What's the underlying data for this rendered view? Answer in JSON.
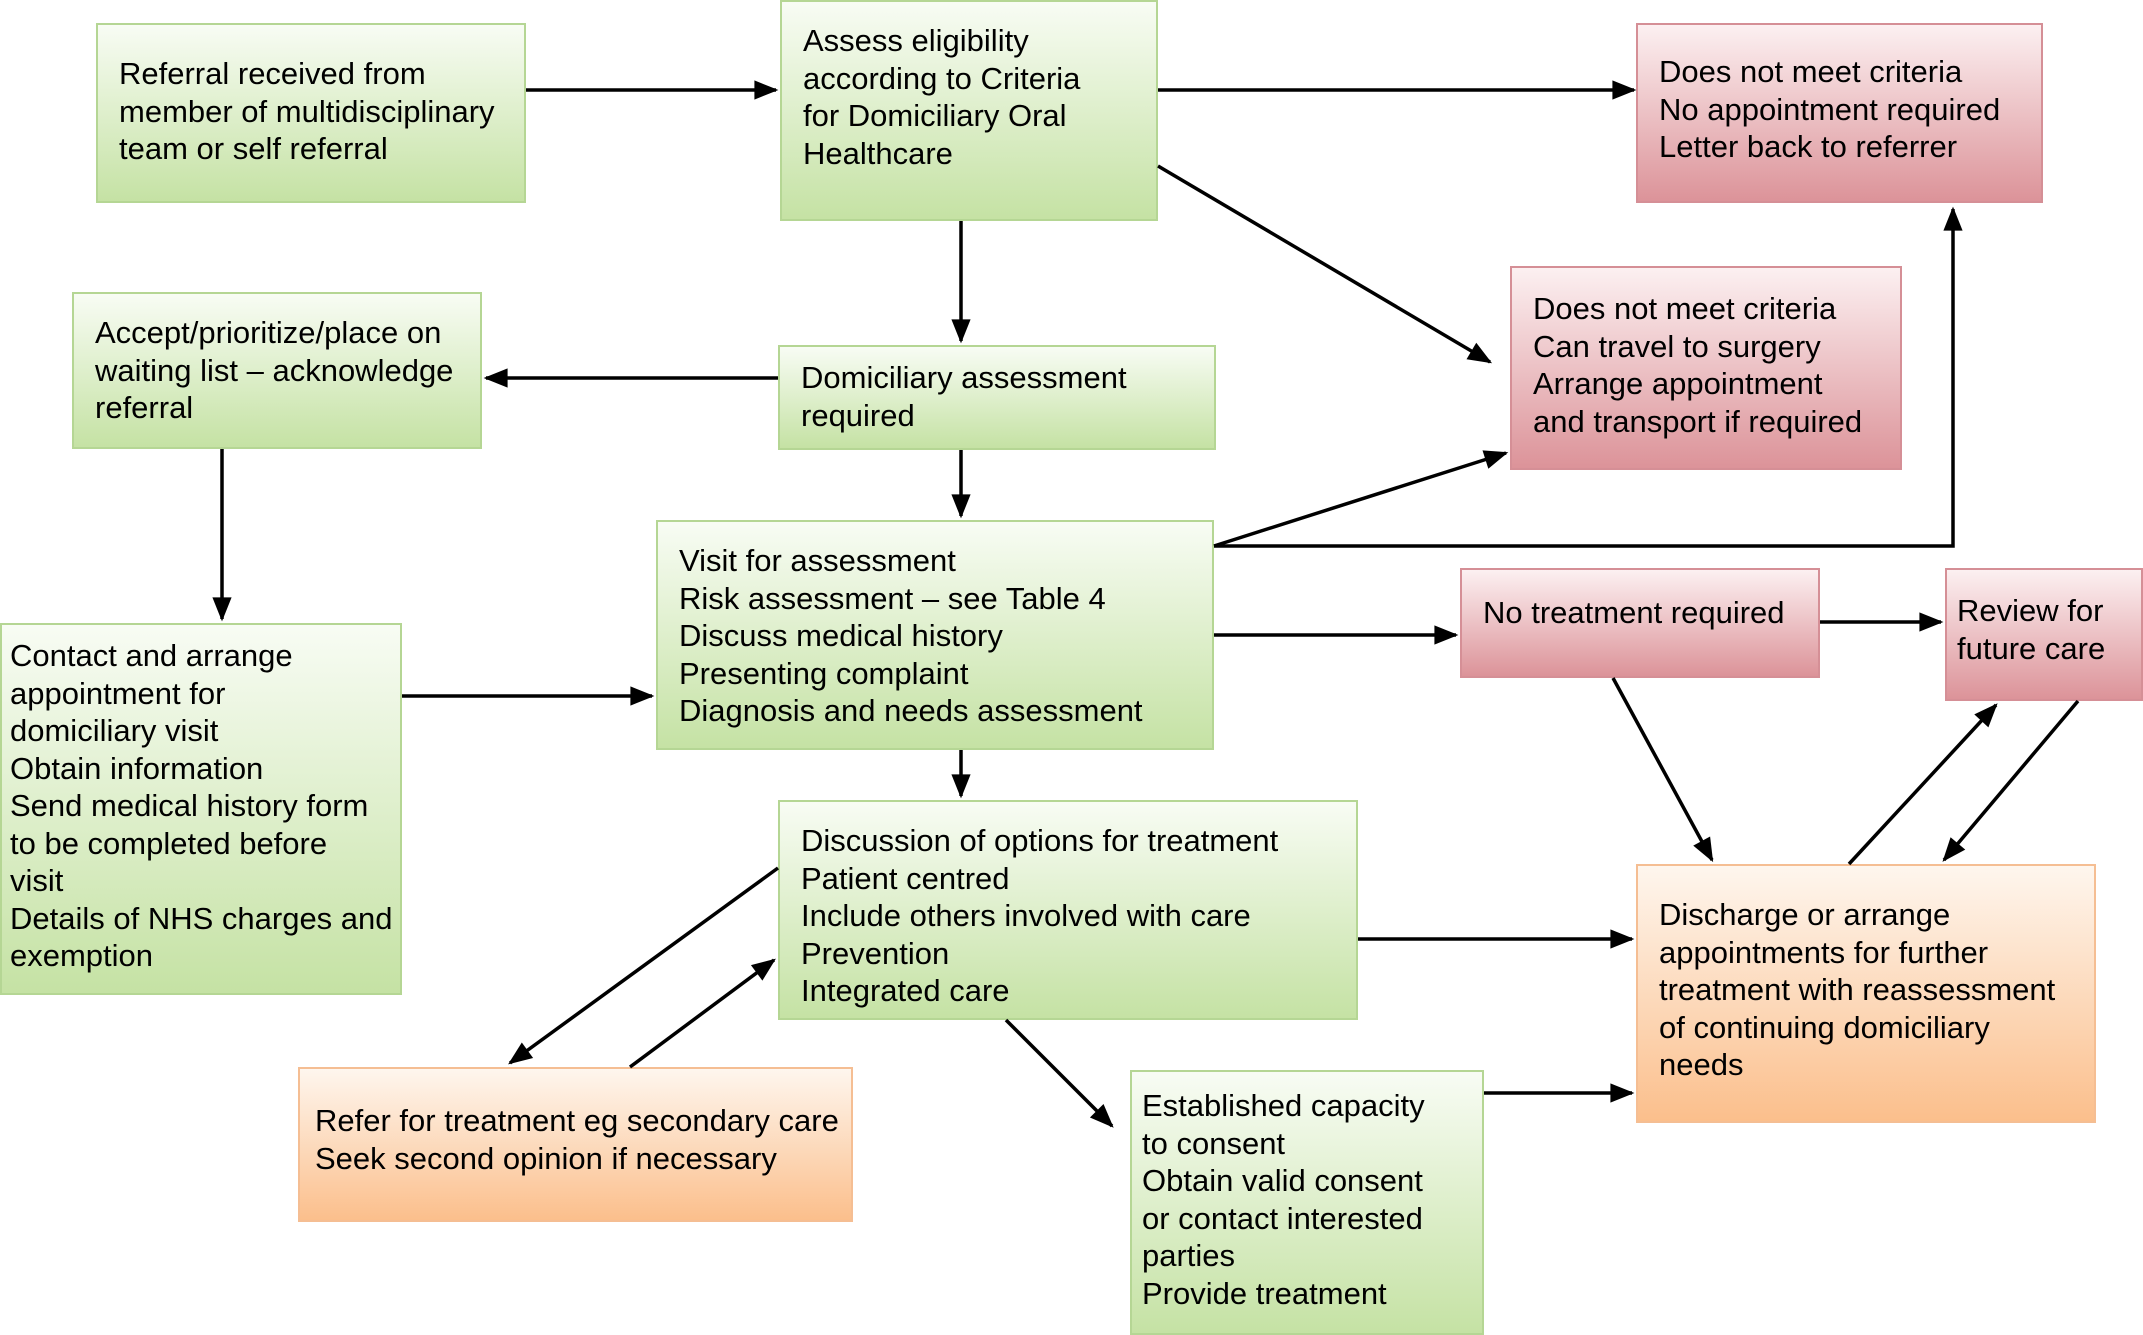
{
  "boxes": {
    "referral": {
      "lines": [
        "Referral received from",
        "member of multidisciplinary",
        "team or self referral"
      ]
    },
    "assess": {
      "lines": [
        "Assess eligibility",
        "according to Criteria",
        "for Domiciliary Oral",
        "Healthcare"
      ]
    },
    "no_criteria_1": {
      "lines": [
        "Does not meet criteria",
        "No appointment required",
        "Letter back to referrer"
      ]
    },
    "accept": {
      "lines": [
        "Accept/prioritize/place on",
        "waiting list – acknowledge",
        "referral"
      ]
    },
    "dom_assessment": {
      "lines": [
        "Domiciliary assessment",
        "required"
      ]
    },
    "no_criteria_2": {
      "lines": [
        "Does not meet criteria",
        "Can travel to surgery",
        "Arrange appointment",
        "and transport if required"
      ]
    },
    "visit": {
      "lines": [
        "Visit for assessment",
        "Risk assessment – see Table 4",
        "Discuss medical history",
        "Presenting complaint",
        "Diagnosis and needs assessment"
      ]
    },
    "contact": {
      "lines": [
        "Contact and arrange",
        "appointment for",
        "domiciliary visit",
        "Obtain information",
        "Send medical history form",
        "to be completed before",
        "visit",
        "Details of NHS charges and",
        "exemption"
      ]
    },
    "no_treatment": {
      "lines": [
        "No treatment required"
      ]
    },
    "review": {
      "lines": [
        "Review for",
        "future care"
      ]
    },
    "discussion": {
      "lines": [
        "Discussion of options for treatment",
        "Patient centred",
        "Include others involved with care",
        "Prevention",
        "Integrated care"
      ]
    },
    "discharge": {
      "lines": [
        "Discharge or arrange",
        "appointments for further",
        "treatment with reassessment",
        "of continuing domiciliary",
        "needs"
      ]
    },
    "refer": {
      "lines": [
        "Refer for treatment eg secondary care",
        "Seek second opinion if necessary"
      ]
    },
    "consent": {
      "lines": [
        "Established capacity",
        "to consent",
        "Obtain valid consent",
        "or contact interested",
        "parties",
        "Provide treatment"
      ]
    }
  },
  "colors": {
    "green_fill": "#c5e2a4",
    "red_fill": "#dc9399",
    "orange_fill": "#fbbf8c",
    "arrow": "#000000"
  }
}
